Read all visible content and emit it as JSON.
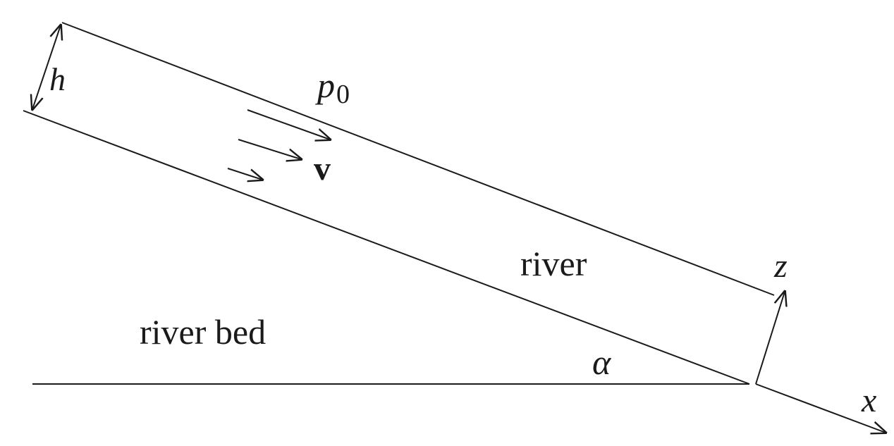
{
  "labels": {
    "thickness": "h",
    "pressure_symbol": "p",
    "pressure_subscript": "0",
    "velocity": "v",
    "river": "river",
    "river_bed": "river bed",
    "angle": "α",
    "z_axis": "z",
    "x_axis": "x"
  },
  "colors": {
    "stroke": "#1a1a1a",
    "background": "#ffffff"
  }
}
